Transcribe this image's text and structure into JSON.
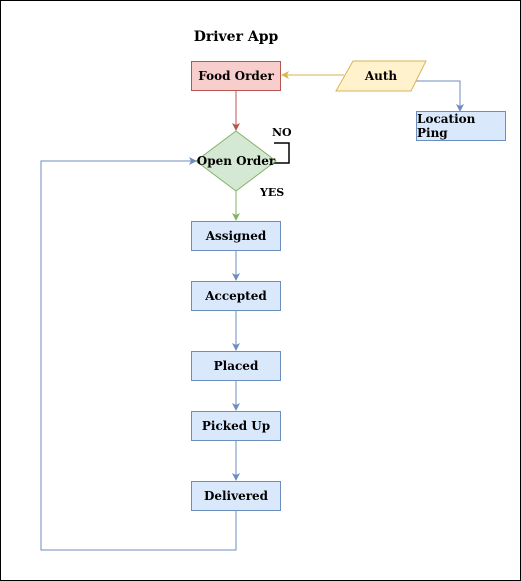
{
  "diagram": {
    "title": "Driver App",
    "nodes": {
      "food_order": "Food Order",
      "auth": "Auth",
      "location_ping": "Location Ping",
      "open_order": "Open Order",
      "assigned": "Assigned",
      "accepted": "Accepted",
      "placed": "Placed",
      "picked_up": "Picked Up",
      "delivered": "Delivered"
    },
    "edge_labels": {
      "no": "NO",
      "yes": "YES"
    },
    "colors": {
      "blue_fill": "#dae8fc",
      "blue_stroke": "#6c8ebf",
      "red_fill": "#f8cecc",
      "red_stroke": "#b85450",
      "green_fill": "#d5e8d4",
      "green_stroke": "#82b366",
      "yellow_fill": "#fff2cc",
      "yellow_stroke": "#d6b656"
    }
  }
}
